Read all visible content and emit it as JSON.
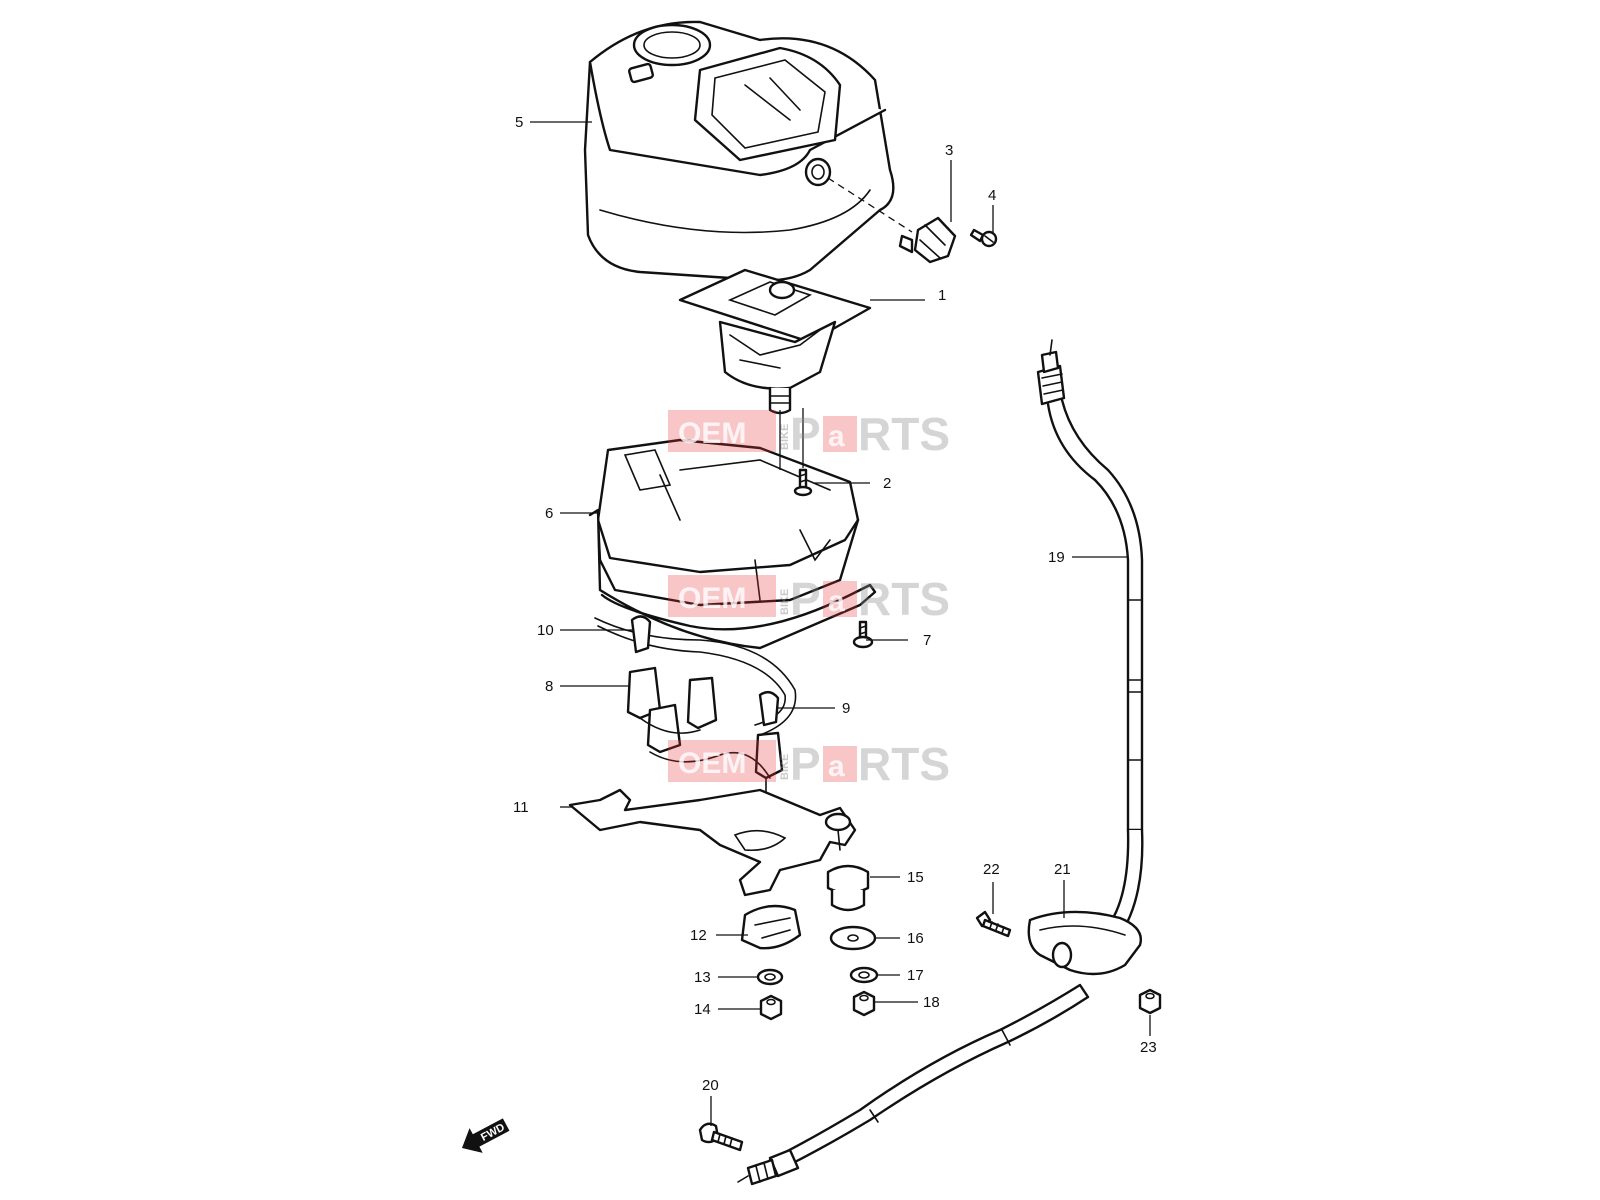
{
  "diagram": {
    "callouts": [
      "1",
      "2",
      "3",
      "4",
      "5",
      "6",
      "7",
      "8",
      "9",
      "10",
      "11",
      "12",
      "13",
      "14",
      "15",
      "16",
      "17",
      "18",
      "19",
      "20",
      "21",
      "22",
      "23"
    ],
    "direction_arrow": {
      "label": "FWD",
      "icon": "fwd-arrow-icon"
    },
    "watermark": {
      "left": "OEM",
      "middle": "P",
      "accent": "a",
      "right": "RTS",
      "vertical": "BIKE",
      "accent_color": "#e8343a"
    }
  }
}
